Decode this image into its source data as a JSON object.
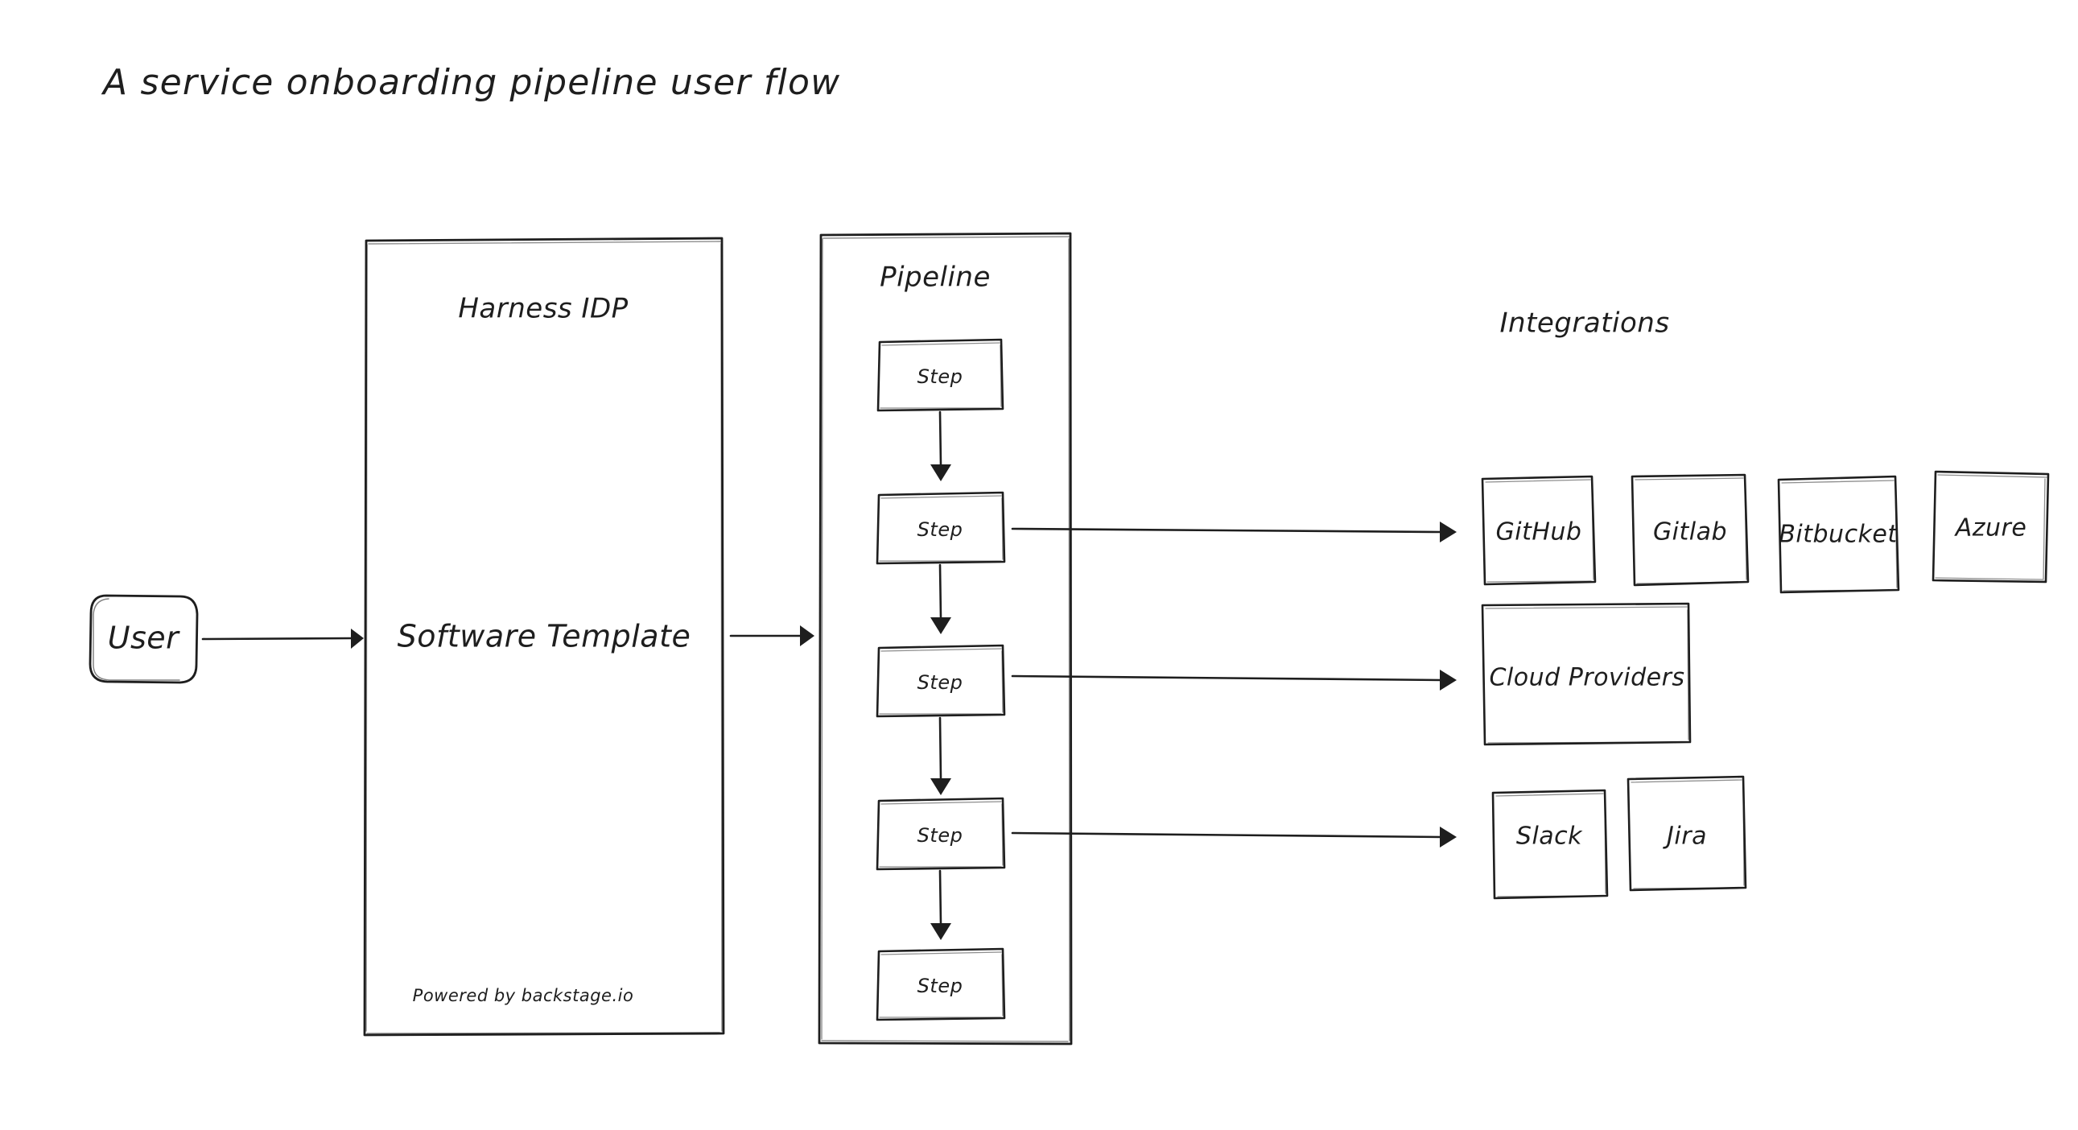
{
  "page": {
    "title": "A service onboarding pipeline user flow",
    "background_color": "#ffffff",
    "stroke_color": "#1e1e1e",
    "style": "hand-drawn sketch diagram"
  },
  "actor": {
    "label": "User",
    "shape": "rounded-rectangle"
  },
  "idp_container": {
    "title": "Harness IDP",
    "center_label": "Software Template",
    "footer_label": "Powered by backstage.io"
  },
  "pipeline_container": {
    "title": "Pipeline",
    "steps": [
      {
        "label": "Step",
        "has_integration_arrow": false
      },
      {
        "label": "Step",
        "has_integration_arrow": true
      },
      {
        "label": "Step",
        "has_integration_arrow": true
      },
      {
        "label": "Step",
        "has_integration_arrow": true
      },
      {
        "label": "Step",
        "has_integration_arrow": false
      }
    ]
  },
  "integrations": {
    "title": "Integrations",
    "rows": [
      {
        "row_name": "scm-providers",
        "items": [
          {
            "label": "GitHub"
          },
          {
            "label": "Gitlab"
          },
          {
            "label": "Bitbucket"
          },
          {
            "label": "Azure"
          }
        ]
      },
      {
        "row_name": "cloud-providers",
        "items": [
          {
            "label": "Cloud Providers"
          }
        ]
      },
      {
        "row_name": "collaboration-tools",
        "items": [
          {
            "label": "Slack"
          },
          {
            "label": "Jira"
          }
        ]
      }
    ]
  },
  "connections": [
    {
      "from": "User",
      "to": "Software Template"
    },
    {
      "from": "Software Template",
      "to": "Pipeline"
    },
    {
      "from": "Step 1",
      "to": "Step 2"
    },
    {
      "from": "Step 2",
      "to": "Step 3"
    },
    {
      "from": "Step 3",
      "to": "Step 4"
    },
    {
      "from": "Step 4",
      "to": "Step 5"
    },
    {
      "from": "Step 2",
      "to": "GitHub"
    },
    {
      "from": "Step 3",
      "to": "Cloud Providers"
    },
    {
      "from": "Step 4",
      "to": "Slack"
    }
  ]
}
